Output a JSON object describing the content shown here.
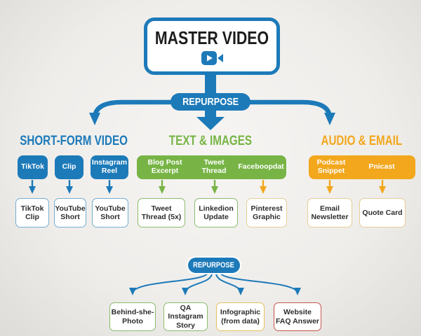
{
  "master": {
    "title": "MASTER VIDEO",
    "icon": "video-camera-icon"
  },
  "repurpose_top": {
    "label": "REPURPOSE"
  },
  "repurpose_bottom": {
    "label": "REPURPOSE"
  },
  "branches": [
    {
      "header": "SHORT-FORM VIDEO",
      "sources": [
        "TikTok",
        "Clip",
        "Instagram Reel"
      ],
      "outputs": [
        "TikTok Clip",
        "YouTube Short",
        "YouTube Short"
      ]
    },
    {
      "header": "TEXT & IMAGES",
      "sources": [
        "Blog Post Excerpt",
        "Tweet Thread",
        "Faceboopdat"
      ],
      "outputs": [
        "Tweet Thread (5x)",
        "Linkedion Update",
        "Pinterest Graphic"
      ]
    },
    {
      "header": "AUDIO & EMAIL",
      "sources": [
        "Podcast Snippet",
        "Pnicast"
      ],
      "outputs": [
        "Email Newsletter",
        "Quote Card"
      ]
    }
  ],
  "bottom": {
    "outputs": [
      "Behind-she- Photo",
      "QA Instagram Story",
      "Infographic (from data)",
      "Website FAQ Answer"
    ]
  },
  "colors": {
    "blue": "#1d7ab9",
    "green": "#77b445",
    "orange": "#f2a71d",
    "border_light_blue": "#74aed1",
    "border_green": "#8abb6a",
    "border_tan": "#e6cd96",
    "border_yellow": "#e7c15f",
    "border_red": "#c4574a",
    "background": "#efedea",
    "text_dark": "#2d2d2d"
  }
}
